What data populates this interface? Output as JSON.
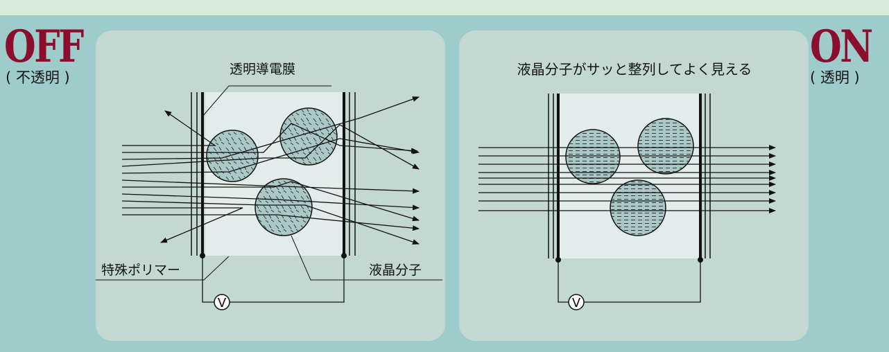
{
  "off_state": {
    "title": "OFF",
    "subtitle": "( 不透明 )"
  },
  "on_state": {
    "title": "ON",
    "subtitle": "( 透明 )"
  },
  "off_diagram": {
    "label_conductive_film": "透明導電膜",
    "label_polymer": "特殊ポリマー",
    "label_liquid_crystal": "液晶分子",
    "voltage_label": "V"
  },
  "on_diagram": {
    "caption": "液晶分子がサッと整列してよく見える",
    "voltage_label": "V"
  },
  "colors": {
    "background": "#9ecccb",
    "top_band": "#d7ecd8",
    "panel": "#c3d8d0",
    "cell_interior": "#e2edeb",
    "molecule_fill": "#a9c8c6",
    "state_label": "#8c0e2e"
  }
}
